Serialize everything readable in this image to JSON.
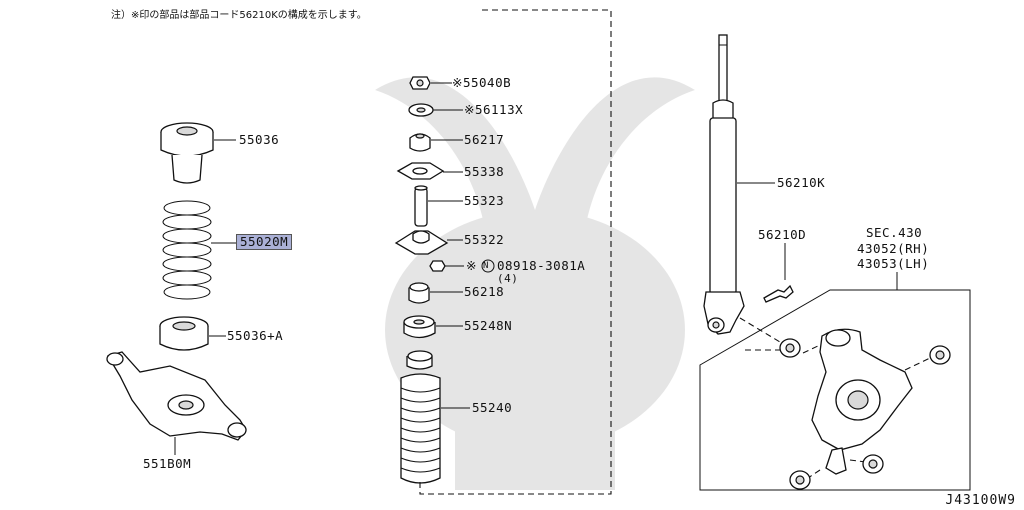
{
  "note": "注）※印の部品は部品コード56210Kの構成を示します。",
  "diagram_code": "J43100W9",
  "labels": {
    "p55036": "55036",
    "p55020m": "55020M",
    "p55036a": "55036+A",
    "p551b0m": "551B0M",
    "p55040b": "※55040B",
    "p56113x": "※56113X",
    "p56217": "56217",
    "p55338": "55338",
    "p55323": "55323",
    "p55322": "55322",
    "p08918_pre": "※",
    "p08918_circle": "N",
    "p08918": "08918-3081A",
    "p08918_qty": "(4)",
    "p56218": "56218",
    "p55248n": "55248N",
    "p55240": "55240",
    "p56210k": "56210K",
    "p56210d": "56210D",
    "sec": "SEC.430",
    "p43052": "43052(RH)",
    "p43053": "43053(LH)"
  }
}
